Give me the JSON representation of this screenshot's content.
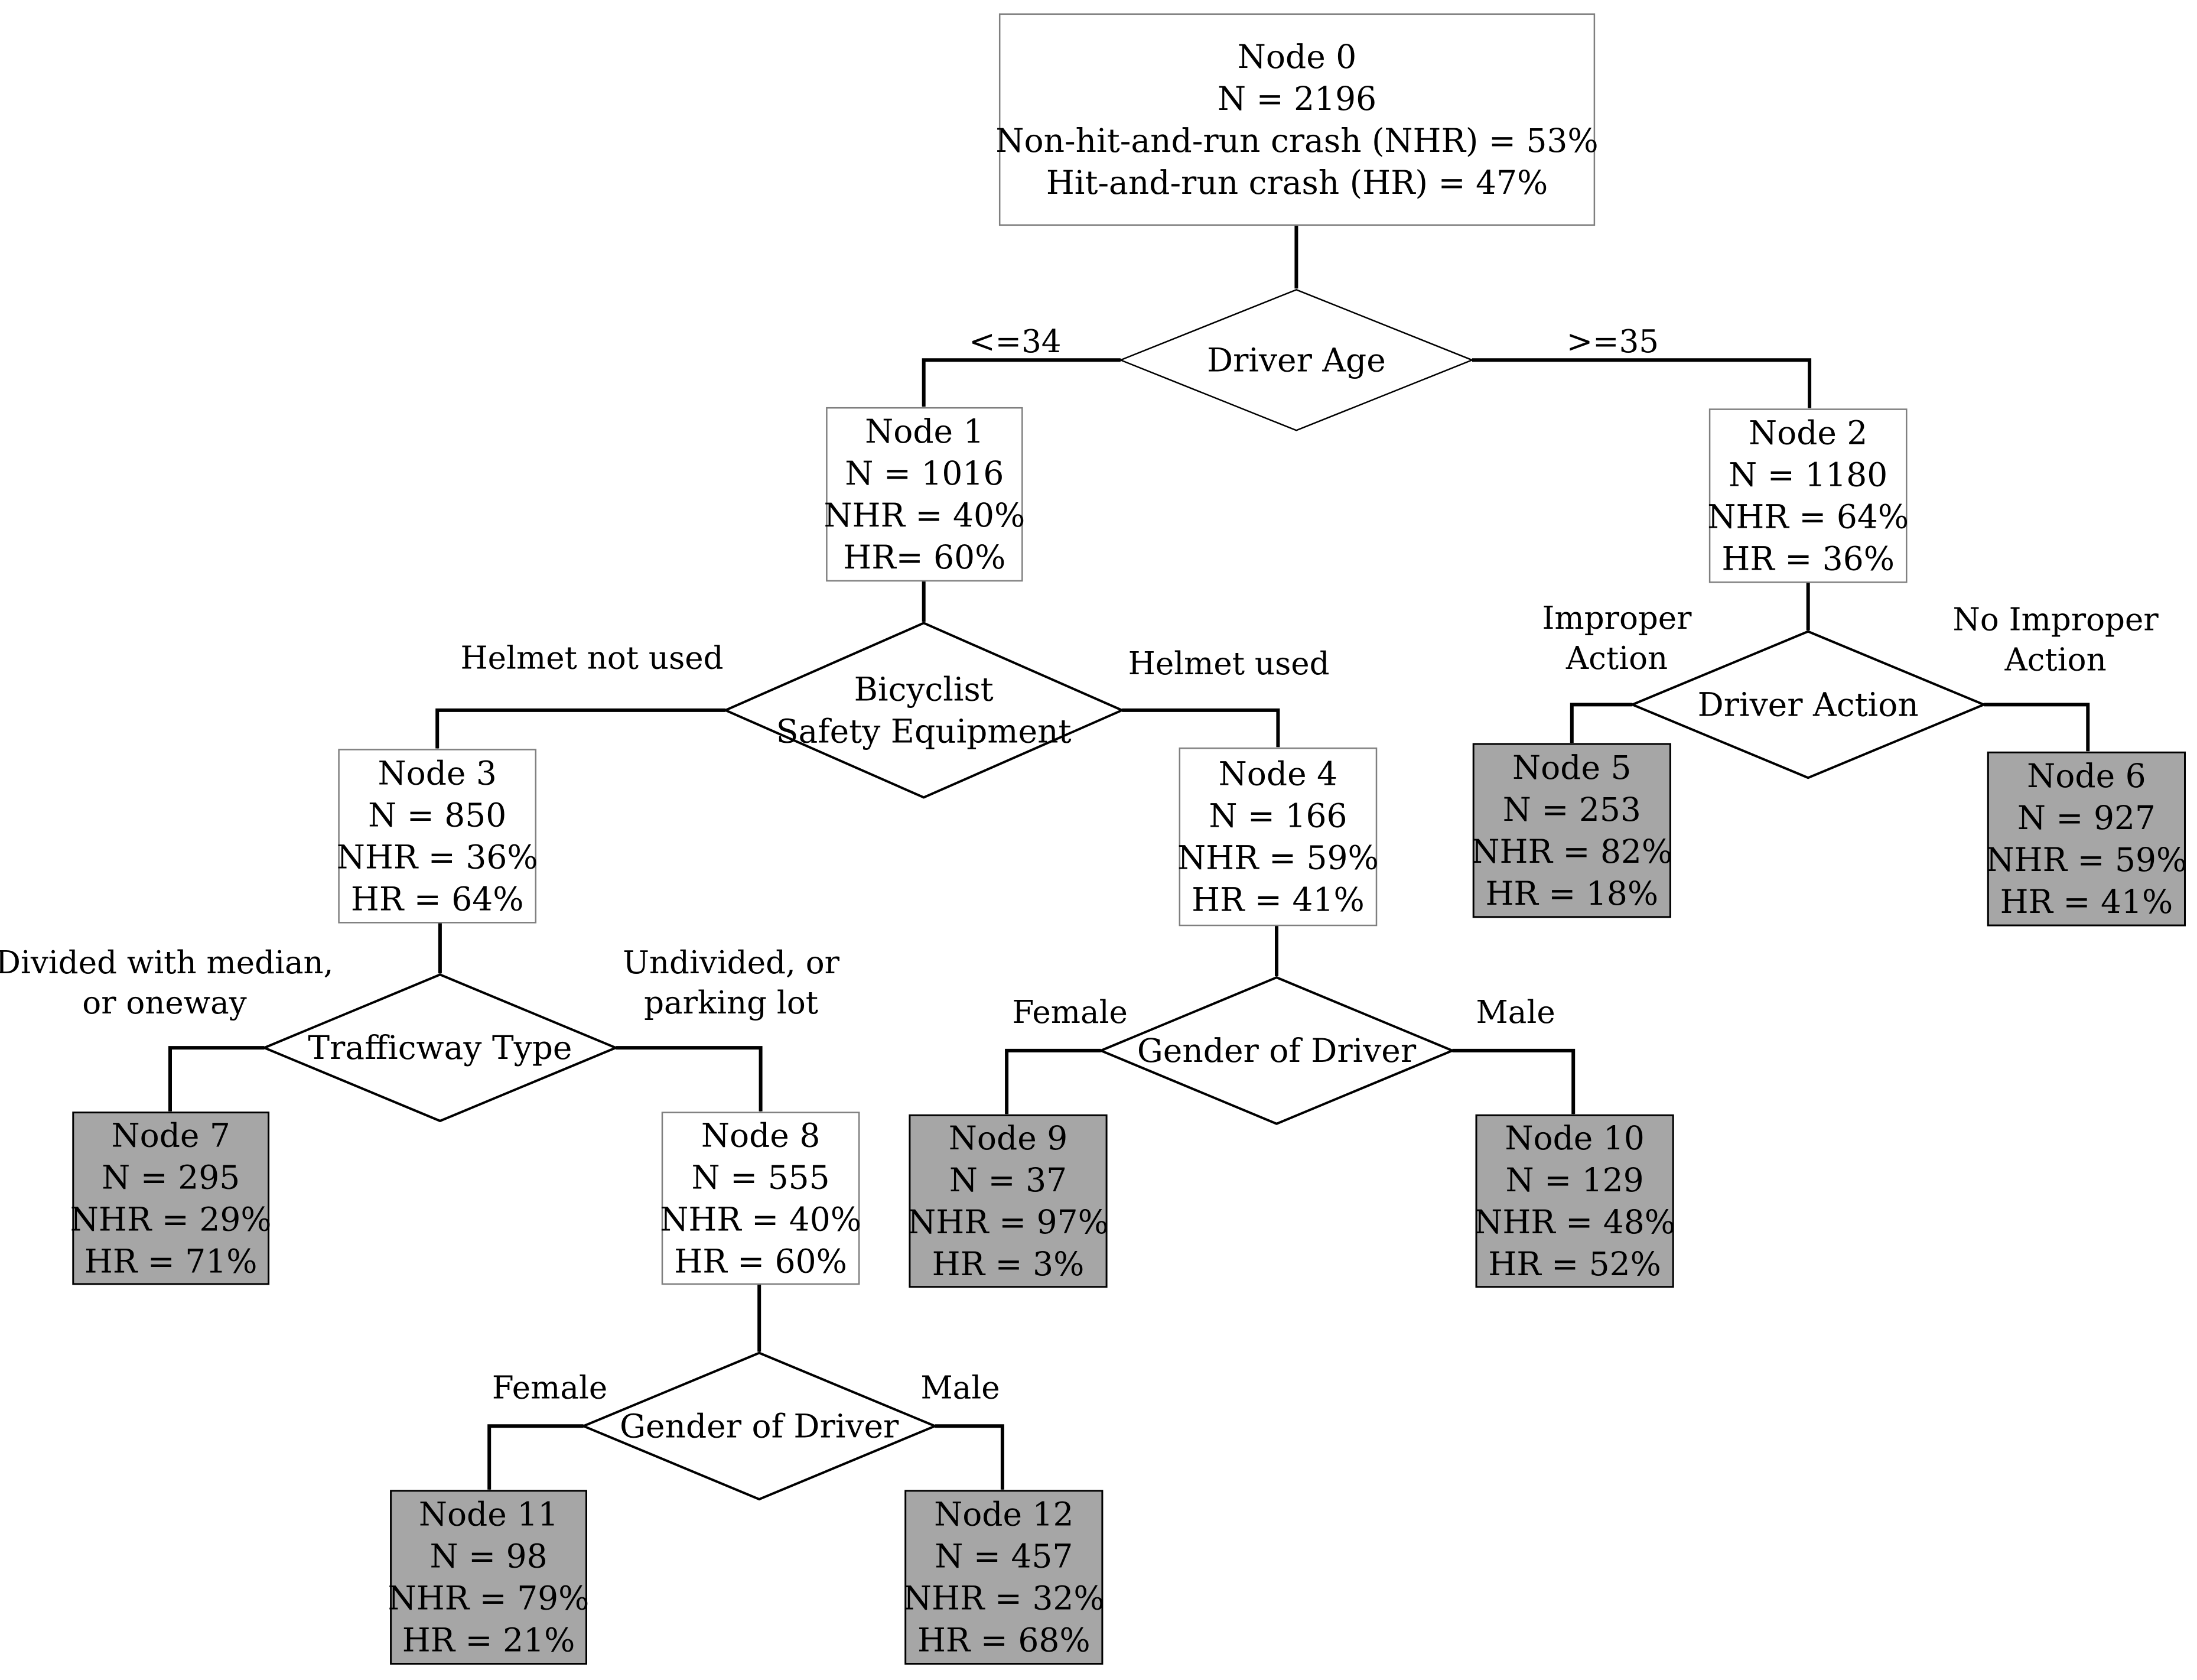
{
  "nodes": [
    {
      "id": 0,
      "lines": [
        "Node 0",
        "N = 2196",
        "Non-hit-and-run crash (NHR) = 53%",
        "Hit-and-run crash (HR) = 47%"
      ],
      "terminal": false
    },
    {
      "id": 1,
      "lines": [
        "Node 1",
        "N = 1016",
        "NHR = 40%",
        "HR=  60%"
      ],
      "terminal": false
    },
    {
      "id": 2,
      "lines": [
        "Node 2",
        "N = 1180",
        "NHR = 64%",
        "HR = 36%"
      ],
      "terminal": false
    },
    {
      "id": 3,
      "lines": [
        "Node 3",
        "N = 850",
        "NHR = 36%",
        "HR = 64%"
      ],
      "terminal": false
    },
    {
      "id": 4,
      "lines": [
        "Node 4",
        "N = 166",
        "NHR = 59%",
        "HR = 41%"
      ],
      "terminal": false
    },
    {
      "id": 5,
      "lines": [
        "Node 5",
        "N = 253",
        "NHR = 82%",
        "HR = 18%"
      ],
      "terminal": true
    },
    {
      "id": 6,
      "lines": [
        "Node 6",
        "N = 927",
        "NHR = 59%",
        "HR = 41%"
      ],
      "terminal": true
    },
    {
      "id": 7,
      "lines": [
        "Node 7",
        "N = 295",
        "NHR = 29%",
        "HR = 71%"
      ],
      "terminal": true
    },
    {
      "id": 8,
      "lines": [
        "Node 8",
        "N = 555",
        "NHR = 40%",
        "HR = 60%"
      ],
      "terminal": false
    },
    {
      "id": 9,
      "lines": [
        "Node 9",
        "N = 37",
        "NHR = 97%",
        "HR = 3%"
      ],
      "terminal": true
    },
    {
      "id": 10,
      "lines": [
        "Node 10",
        "N = 129",
        "NHR = 48%",
        "HR = 52%"
      ],
      "terminal": true
    },
    {
      "id": 11,
      "lines": [
        "Node 11",
        "N = 98",
        "NHR = 79%",
        "HR = 21%"
      ],
      "terminal": true
    },
    {
      "id": 12,
      "lines": [
        "Node 12",
        "N = 457",
        "NHR = 32%",
        "HR = 68%"
      ],
      "terminal": true
    }
  ],
  "decisions": [
    {
      "id": "driver-age",
      "lines": [
        "Driver Age"
      ],
      "left_label": [
        "<=34"
      ],
      "right_label": [
        ">=35"
      ]
    },
    {
      "id": "bicyclist-safety-equipment",
      "lines": [
        "Bicyclist",
        "Safety Equipment"
      ],
      "left_label": [
        "Helmet not used"
      ],
      "right_label": [
        "Helmet used"
      ]
    },
    {
      "id": "driver-action",
      "lines": [
        "Driver Action"
      ],
      "left_label": [
        "Improper",
        "Action"
      ],
      "right_label": [
        "No Improper",
        "Action"
      ]
    },
    {
      "id": "trafficway-type",
      "lines": [
        "Trafficway Type"
      ],
      "left_label": [
        "Divided with median,",
        "or oneway"
      ],
      "right_label": [
        "Undivided, or",
        "parking lot"
      ]
    },
    {
      "id": "gender-of-driver-node4",
      "lines": [
        "Gender of Driver"
      ],
      "left_label": [
        "Female"
      ],
      "right_label": [
        "Male"
      ]
    },
    {
      "id": "gender-of-driver-node8",
      "lines": [
        "Gender of Driver"
      ],
      "left_label": [
        "Female"
      ],
      "right_label": [
        "Male"
      ]
    }
  ],
  "colors": {
    "terminal_fill": "#a6a6a6",
    "node_fill": "#ffffff",
    "node_border": "#7f7f7f",
    "line": "#000000"
  }
}
